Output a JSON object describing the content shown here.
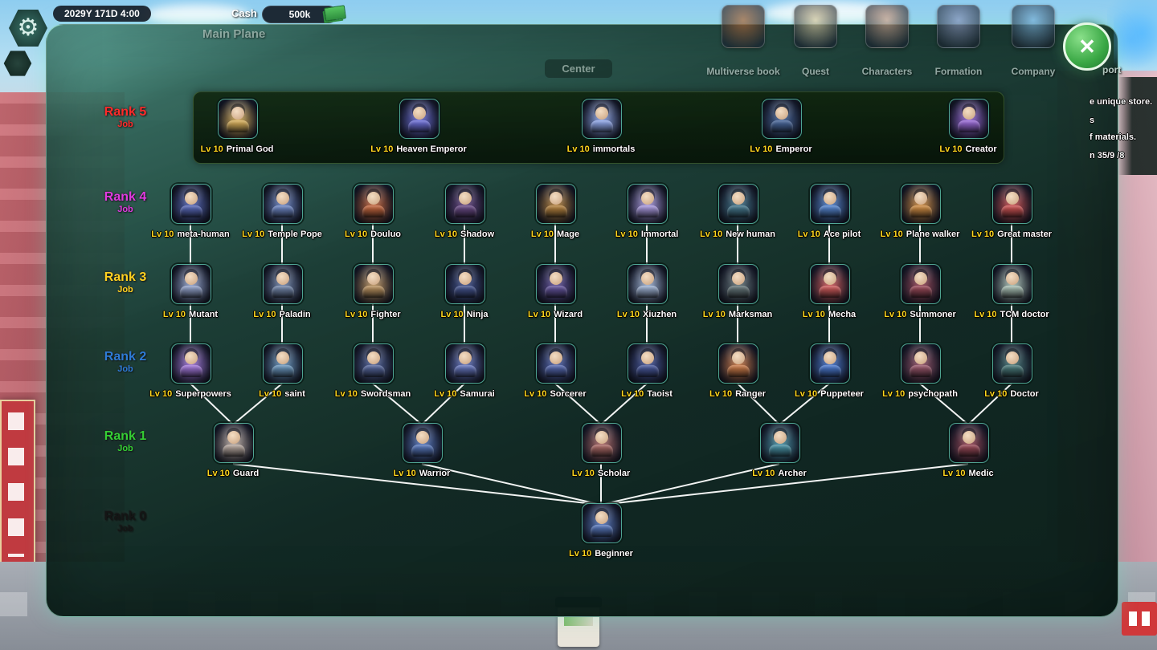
{
  "hud": {
    "datetime": "2029Y 171D 4:00",
    "cash_label": "Cash",
    "cash_value": "500k",
    "main_plane_label": "Main Plane",
    "center_label": "Center",
    "support_label": "port",
    "close_glyph": "✕",
    "gear_glyph": "⚙",
    "nav_items": [
      {
        "label": "Multiverse book",
        "tint": "#b06a3a"
      },
      {
        "label": "Quest",
        "tint": "#d8c9a0"
      },
      {
        "label": "Characters",
        "tint": "#c9a08a"
      },
      {
        "label": "Formation",
        "tint": "#8a95bb"
      },
      {
        "label": "Company",
        "tint": "#7ab0d8"
      }
    ],
    "side_notes": [
      "e unique store.",
      "s",
      "f materials.",
      "n 35/9  /8"
    ]
  },
  "tree": {
    "colors": {
      "lv": "#ffd81e",
      "line": "#ffffff"
    },
    "ranks": [
      {
        "name": "Rank 5",
        "sub": "Job",
        "color": "#ff2a2a",
        "highlight": true,
        "jobs": [
          {
            "lv": "Lv 10",
            "name": "Primal God",
            "tint": "#d9b05a"
          },
          {
            "lv": "Lv 10",
            "name": "Heaven Emperor",
            "tint": "#6d6fd8"
          },
          {
            "lv": "Lv 10",
            "name": "immortals",
            "tint": "#8fa6e8"
          },
          {
            "lv": "Lv 10",
            "name": "Emperor",
            "tint": "#49679b"
          },
          {
            "lv": "Lv 10",
            "name": "Creator",
            "tint": "#9a6ad8"
          }
        ]
      },
      {
        "name": "Rank 4",
        "sub": "Job",
        "color": "#e03ae0",
        "highlight": false,
        "jobs": [
          {
            "lv": "Lv 10",
            "name": "meta-human",
            "tint": "#5868b8"
          },
          {
            "lv": "Lv 10",
            "name": "Temple Pope",
            "tint": "#6d86c4"
          },
          {
            "lv": "Lv 10",
            "name": "Douluo",
            "tint": "#c4663d"
          },
          {
            "lv": "Lv 10",
            "name": "Shadow",
            "tint": "#6a4a86"
          },
          {
            "lv": "Lv 10",
            "name": "Mage",
            "tint": "#b5823e"
          },
          {
            "lv": "Lv 10",
            "name": "Immortal",
            "tint": "#a898dd"
          },
          {
            "lv": "Lv 10",
            "name": "New human",
            "tint": "#45788d"
          },
          {
            "lv": "Lv 10",
            "name": "Ace pilot",
            "tint": "#5585cf"
          },
          {
            "lv": "Lv 10",
            "name": "Plane walker",
            "tint": "#cf8c42"
          },
          {
            "lv": "Lv 10",
            "name": "Great master",
            "tint": "#cc5252"
          }
        ]
      },
      {
        "name": "Rank 3",
        "sub": "Job",
        "color": "#ffd020",
        "highlight": false,
        "jobs": [
          {
            "lv": "Lv 10",
            "name": "Mutant",
            "tint": "#93a3cb"
          },
          {
            "lv": "Lv 10",
            "name": "Paladin",
            "tint": "#7387ab"
          },
          {
            "lv": "Lv 10",
            "name": "Fighter",
            "tint": "#bb9360"
          },
          {
            "lv": "Lv 10",
            "name": "Ninja",
            "tint": "#44548e"
          },
          {
            "lv": "Lv 10",
            "name": "Wizard",
            "tint": "#64549c"
          },
          {
            "lv": "Lv 10",
            "name": "Xiuzhen",
            "tint": "#9db1d2"
          },
          {
            "lv": "Lv 10",
            "name": "Marksman",
            "tint": "#66777a"
          },
          {
            "lv": "Lv 10",
            "name": "Mecha",
            "tint": "#cf5b5b"
          },
          {
            "lv": "Lv 10",
            "name": "Summoner",
            "tint": "#9b4a59"
          },
          {
            "lv": "Lv 10",
            "name": "TCM doctor",
            "tint": "#a9c0b4"
          }
        ]
      },
      {
        "name": "Rank 2",
        "sub": "Job",
        "color": "#2e7bd6",
        "highlight": false,
        "jobs": [
          {
            "lv": "Lv 10",
            "name": "Superpowers",
            "tint": "#a277d9"
          },
          {
            "lv": "Lv 10",
            "name": "saint",
            "tint": "#6a96bd"
          },
          {
            "lv": "Lv 10",
            "name": "Swordsman",
            "tint": "#56679d"
          },
          {
            "lv": "Lv 10",
            "name": "Samurai",
            "tint": "#6575bd"
          },
          {
            "lv": "Lv 10",
            "name": "Sorcerer",
            "tint": "#5568af"
          },
          {
            "lv": "Lv 10",
            "name": "Taoist",
            "tint": "#49599d"
          },
          {
            "lv": "Lv 10",
            "name": "Ranger",
            "tint": "#c97947"
          },
          {
            "lv": "Lv 10",
            "name": "Puppeteer",
            "tint": "#4a78cd"
          },
          {
            "lv": "Lv 10",
            "name": "psychopath",
            "tint": "#99566a"
          },
          {
            "lv": "Lv 10",
            "name": "Doctor",
            "tint": "#4a7a7a"
          }
        ]
      },
      {
        "name": "Rank 1",
        "sub": "Job",
        "color": "#35cf35",
        "highlight": false,
        "jobs": [
          {
            "lv": "Lv 10",
            "name": "Guard",
            "tint": "#b8a9a0"
          },
          {
            "lv": "Lv 10",
            "name": "Warrior",
            "tint": "#5878bd"
          },
          {
            "lv": "Lv 10",
            "name": "Scholar",
            "tint": "#ad6a66"
          },
          {
            "lv": "Lv 10",
            "name": "Archer",
            "tint": "#4a93a6"
          },
          {
            "lv": "Lv 10",
            "name": "Medic",
            "tint": "#9a4a58"
          }
        ]
      },
      {
        "name": "Rank 0",
        "sub": "Job",
        "color": "#151515",
        "highlight": false,
        "jobs": [
          {
            "lv": "Lv 10",
            "name": "Beginner",
            "tint": "#5878bd"
          }
        ]
      }
    ]
  }
}
